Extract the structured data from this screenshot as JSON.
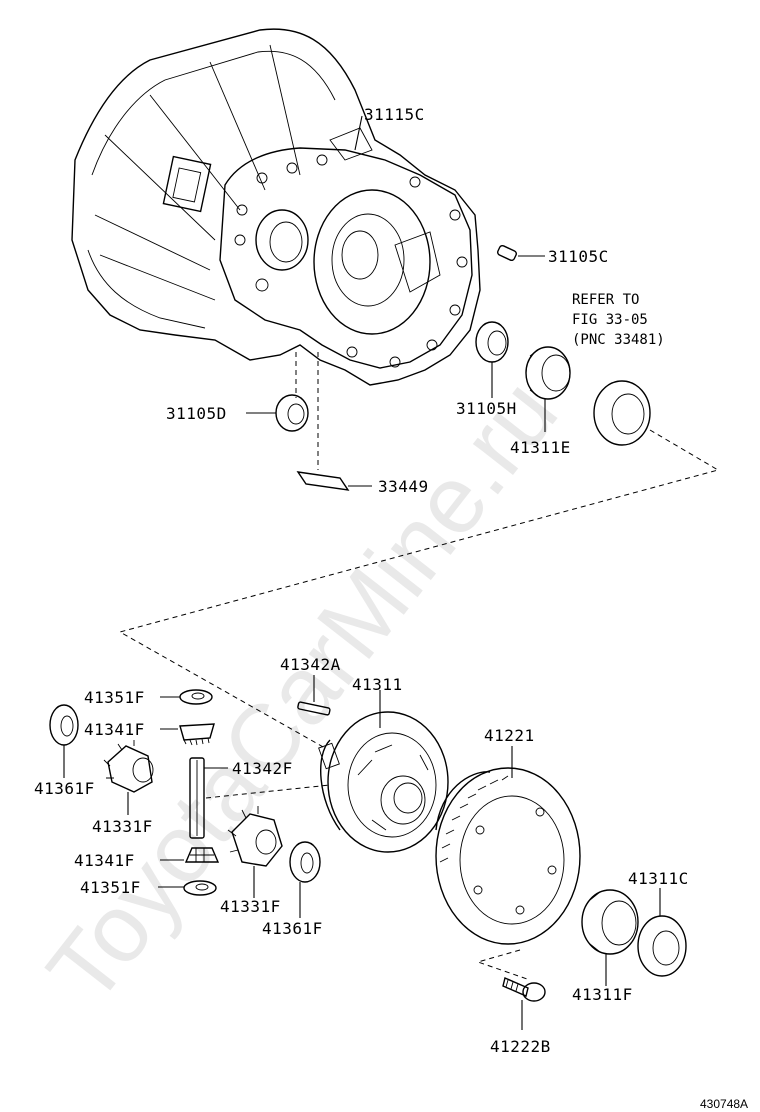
{
  "labels": {
    "p31115C": "31115C",
    "p31105C": "31105C",
    "p31105D": "31105D",
    "p31105H": "31105H",
    "p41311E": "41311E",
    "p33449": "33449",
    "p41342A": "41342A",
    "p41311": "41311",
    "p41351F_top": "41351F",
    "p41341F_top": "41341F",
    "p41361F_left": "41361F",
    "p41342F": "41342F",
    "p41331F_left": "41331F",
    "p41221": "41221",
    "p41341F_bot": "41341F",
    "p41351F_bot": "41351F",
    "p41331F_bot": "41331F",
    "p41361F_bot": "41361F",
    "p41311C": "41311C",
    "p41311F": "41311F",
    "p41222B": "41222B"
  },
  "refer_note": {
    "line1": "REFER TO",
    "line2": "FIG 33-05",
    "line3": "(PNC 33481)"
  },
  "figure_code": "430748A",
  "watermark": "ToyotaCarMine.ru"
}
